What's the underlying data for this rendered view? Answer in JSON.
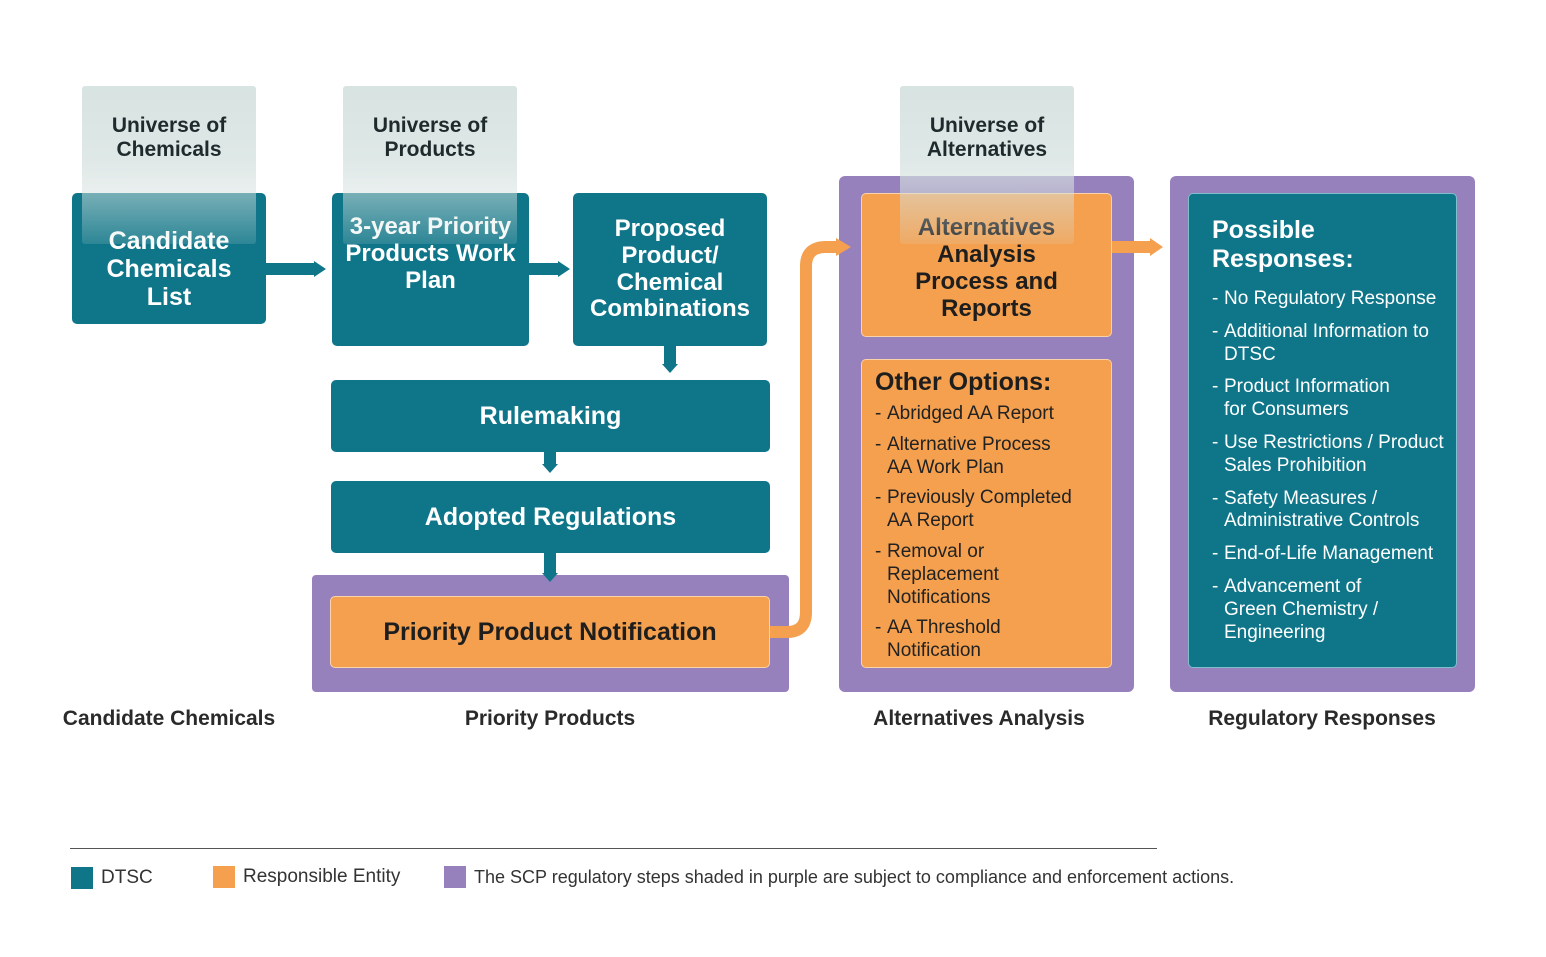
{
  "universes": {
    "chemicals": "Universe of\nChemicals",
    "products": "Universe of\nProducts",
    "alternatives": "Universe of\nAlternatives"
  },
  "boxes": {
    "candidate_list": "Candidate\nChemicals\nList",
    "work_plan": "3-year Priority\nProducts Work\nPlan",
    "proposed": "Proposed\nProduct/\nChemical\nCombinations",
    "rulemaking": "Rulemaking",
    "adopted": "Adopted Regulations",
    "notification": "Priority Product Notification",
    "aa_reports": "Alternatives\nAnalysis\nProcess and\nReports"
  },
  "other_options": {
    "title": "Other Options:",
    "items": [
      "Abridged AA Report",
      "Alternative Process\nAA Work Plan",
      "Previously Completed\nAA Report",
      "Removal or Replacement\nNotifications",
      "AA Threshold\nNotification"
    ]
  },
  "responses": {
    "title": "Possible Responses:",
    "items": [
      "No Regulatory Response",
      "Additional Information to\nDTSC",
      "Product Information\nfor Consumers",
      "Use Restrictions / Product\nSales Prohibition",
      "Safety Measures /\nAdministrative Controls",
      "End-of-Life Management",
      "Advancement of\nGreen Chemistry /\nEngineering"
    ]
  },
  "column_labels": {
    "candidate": "Candidate Chemicals",
    "priority": "Priority Products",
    "alternatives": "Alternatives Analysis",
    "regulatory": "Regulatory Responses"
  },
  "legend": {
    "dtsc": "DTSC",
    "entity": "Responsible Entity",
    "purple_note": "The SCP regulatory steps shaded in purple are subject to compliance and enforcement actions."
  },
  "colors": {
    "teal": "#0f7689",
    "orange": "#f4a04e",
    "purple": "#9781bd"
  }
}
